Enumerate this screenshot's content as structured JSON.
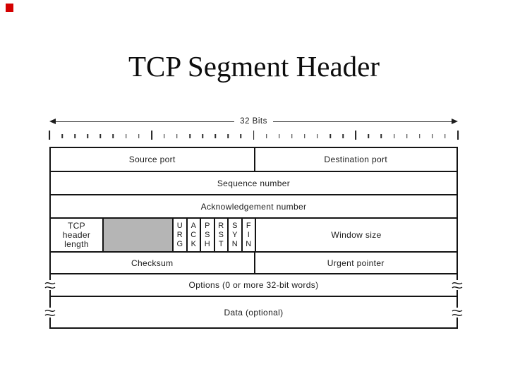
{
  "slide": {
    "title": "TCP Segment Header",
    "corner_marker_color": "#d40000"
  },
  "diagram": {
    "width_label": "32 Bits",
    "ruler": {
      "tick_count": 33,
      "major_every": 8
    },
    "colors": {
      "line": "#141414",
      "reserved_fill": "#b5b5b5"
    },
    "icons": {
      "arrowhead_left": "left-triangle",
      "arrowhead_right": "right-triangle",
      "break_mark": "double-squiggle-line-break"
    },
    "rows": {
      "source_port": "Source port",
      "destination_port": "Destination port",
      "sequence_number": "Sequence number",
      "ack_number": "Acknowledgement number",
      "tcp_header_length": "TCP\nheader\nlength",
      "flags": [
        "U\nR\nG",
        "A\nC\nK",
        "P\nS\nH",
        "R\nS\nT",
        "S\nY\nN",
        "F\nI\nN"
      ],
      "window_size": "Window size",
      "checksum": "Checksum",
      "urgent_pointer": "Urgent pointer",
      "options": "Options (0 or more 32-bit words)",
      "data": "Data (optional)"
    }
  }
}
